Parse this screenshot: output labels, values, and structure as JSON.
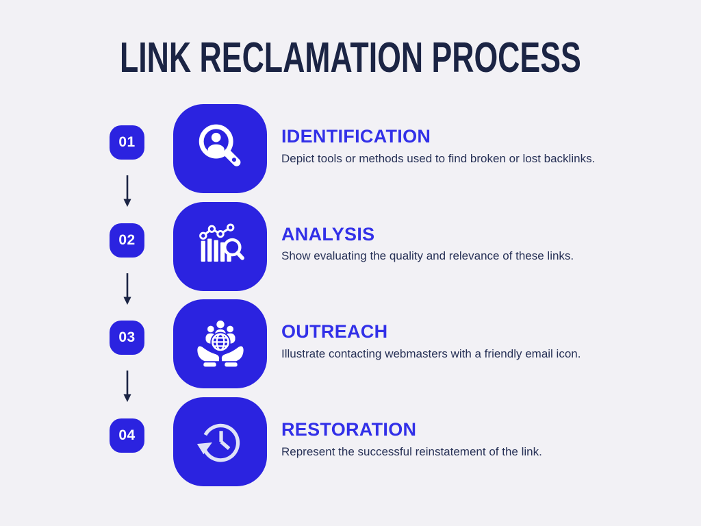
{
  "page": {
    "title": "LINK RECLAMATION PROCESS",
    "background_color": "#f2f1f5",
    "title_color": "#1b2444"
  },
  "colors": {
    "accent_blue": "#2b23e0",
    "heading_blue": "#3230e8",
    "description_navy": "#273156",
    "arrow_navy": "#1b2444",
    "restoration_icon_light": "#dfe2f7",
    "icon_white": "#ffffff"
  },
  "steps": [
    {
      "number": "01",
      "title": "IDENTIFICATION",
      "description": "Depict tools or methods used to find broken or lost backlinks.",
      "icon": "user-search-icon"
    },
    {
      "number": "02",
      "title": "ANALYSIS",
      "description": "Show evaluating the quality and relevance of these links.",
      "icon": "chart-magnifier-icon"
    },
    {
      "number": "03",
      "title": "OUTREACH",
      "description": "Illustrate contacting webmasters with a friendly email icon.",
      "icon": "hands-globe-people-icon"
    },
    {
      "number": "04",
      "title": "RESTORATION",
      "description": "Represent the successful reinstatement of the link.",
      "icon": "history-clock-icon"
    }
  ]
}
